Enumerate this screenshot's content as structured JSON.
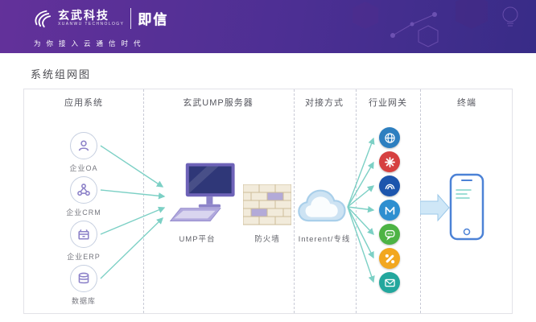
{
  "banner": {
    "brand": "玄武科技",
    "brand_en": "XUANWU TECHNOLOGY",
    "product": "即信",
    "tagline": "为你接入云通信时代",
    "bg_from": "#63319a",
    "bg_mid": "#4c2f93",
    "bg_to": "#382c87"
  },
  "page": {
    "title": "系统组网图"
  },
  "diagram": {
    "columns": [
      "应用系统",
      "玄武UMP服务器",
      "对接方式",
      "行业网关",
      "终端"
    ],
    "apps": [
      {
        "label": "企业OA",
        "icon": "user-icon"
      },
      {
        "label": "企业CRM",
        "icon": "network-icon"
      },
      {
        "label": "企业ERP",
        "icon": "package-icon"
      },
      {
        "label": "数据库",
        "icon": "database-icon"
      }
    ],
    "server": {
      "platform_label": "UMP平台",
      "firewall_label": "防火墙"
    },
    "connection": {
      "label": "Interent/专线",
      "icon": "cloud-icon"
    },
    "gateways": [
      {
        "icon": "globe-icon",
        "color": "#2d7fc0"
      },
      {
        "icon": "asterisk-icon",
        "color": "#d64040"
      },
      {
        "icon": "telecom-icon",
        "color": "#1c55ad"
      },
      {
        "icon": "mobile-brand-icon",
        "color": "#2e8fd0"
      },
      {
        "icon": "wechat-icon",
        "color": "#4db344"
      },
      {
        "icon": "phone-icon",
        "color": "#f2a71f"
      },
      {
        "icon": "mail-icon",
        "color": "#23a79d"
      }
    ],
    "terminal_icon": "smartphone-icon",
    "arrow_color": "#7cd0c5"
  }
}
